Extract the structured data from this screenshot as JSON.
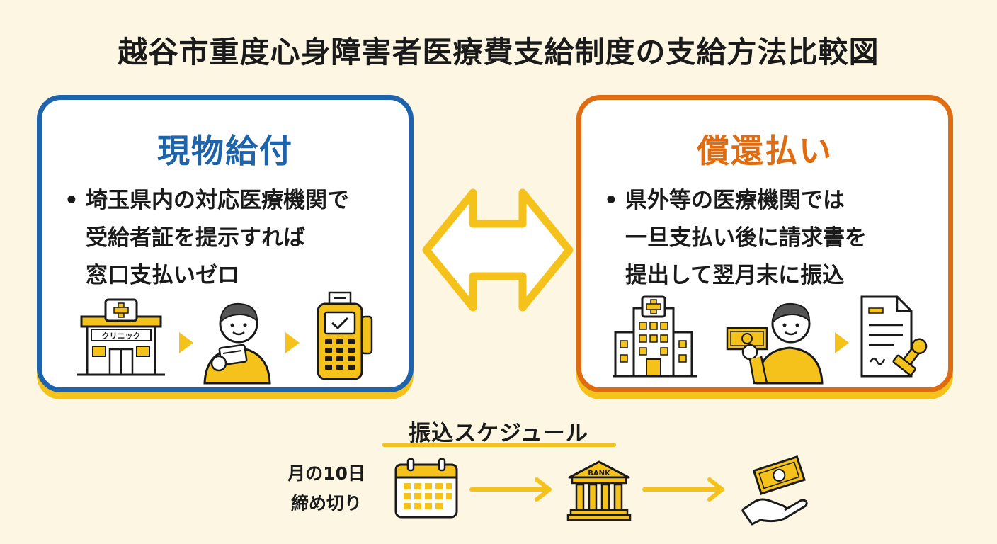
{
  "title": "越谷市重度心身障害者医療費支給制度の支給方法比較図",
  "left_panel": {
    "heading": "現物給付",
    "bullet": "•",
    "lines": [
      "埼玉県内の対応医療機関で",
      "受給者証を提示すれば",
      "窓口支払いゼロ"
    ],
    "clinic_sign": "クリニック"
  },
  "right_panel": {
    "heading": "償還払い",
    "bullet": "•",
    "lines": [
      "県外等の医療機関では",
      "一旦支払い後に請求書を",
      "提出して翌月末に振込"
    ]
  },
  "schedule": {
    "title": "振込スケジュール",
    "deadline_lines": [
      "月の10日",
      "締め切り"
    ],
    "bank_label": "BANK"
  },
  "colors": {
    "left_accent": "#1e64ad",
    "right_accent": "#e06c11",
    "highlight": "#f4c21b",
    "background": "#fdf6e3"
  }
}
